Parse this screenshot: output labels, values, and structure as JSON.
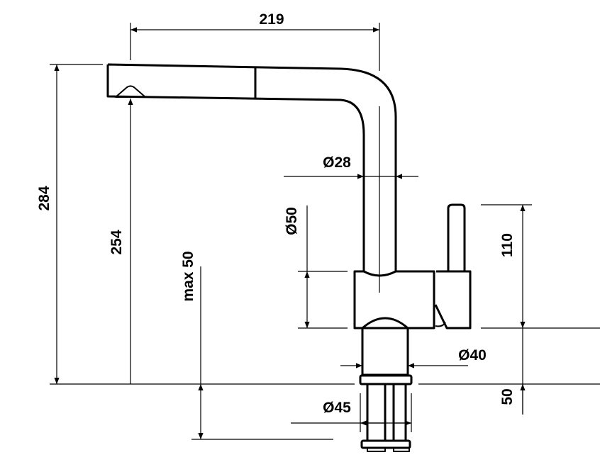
{
  "title": "Kitchen faucet dimension drawing",
  "dimensions": {
    "spout_reach": "219",
    "total_height": "284",
    "spout_height": "254",
    "max_counter_thickness": "max 50",
    "spout_diameter": "Ø28",
    "body_diameter": "Ø50",
    "lever_height": "110",
    "shank_diameter": "Ø40",
    "base_height": "50",
    "hole_diameter": "Ø45"
  },
  "colors": {
    "line": "#000000",
    "background": "#ffffff"
  }
}
